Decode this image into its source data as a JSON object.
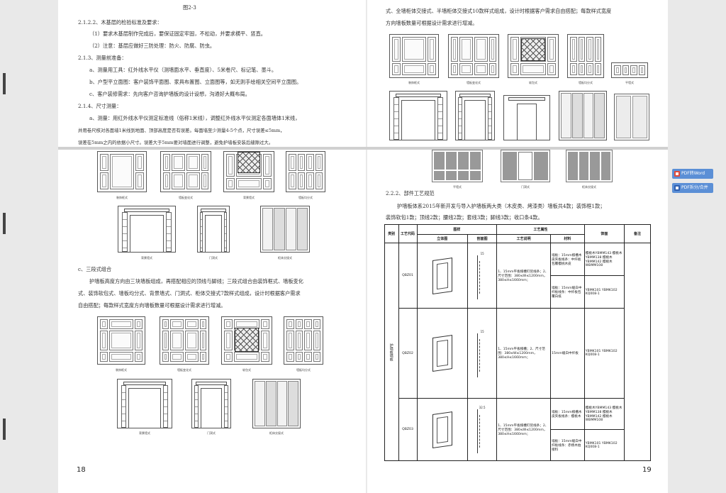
{
  "left_page": {
    "fig_label": "图2-3",
    "lines": [
      "2.1.2.2、木基层的检验标准及要求：",
      "（1）要求木基层制作完成后，要保证固定牢固，不松动，并要求横平、竖直。",
      "（2）注意：基层应做好三防处理：防火、防腐、防虫。",
      "2.1.3、测量前准备：",
      "a、测量用工具：红外线水平仪（测墙面水平、垂直度）、5米卷尺、标记笔、墨斗。",
      "b、户型平立面图：客户装饰平面图、家具布置图、立面图等，如无则手绘相关空间平立面图。",
      "c、客户装修需求：先向客户咨询护墙板的设计设想，沟通好大概布局。",
      "2.1.4、尺寸测量：",
      "a、测量：用红外线水平仪测定标准线（俗称1米线），调整红外线水平仪测定各面墙体1米线，",
      "并用卷尺核对各面墙1米线到地面、顶部高度是否有误差。每面墙至少测量4-5个点，尺寸误差≤5mm，",
      "误差在5mm之内的依据小尺寸。误差大于5mm要对墙面进行调整，避免护墙板安装后缝隙过大。"
    ],
    "captions_row1": [
      "装饰框式",
      "墙板变化式",
      "背景墙式",
      "墙板均分式"
    ],
    "captions_row2": [
      "背景墙式",
      "门洞式",
      "柜体交接式"
    ],
    "section_c_title": "c、三段式组合",
    "section_c_lines": [
      "护墙板高度方向由三块墙板组成，再搭配相应的顶线与脚线；三段式组合由装饰框式、墙板变化",
      "式、装饰软包式、墙板均分式、背景墙式、门洞式、柜体交接式7款样式组成，设计时根据客户需求",
      "自由搭配；每款样式宽度方向墙板数量可根据设计需求进行增减。"
    ],
    "captions_row3": [
      "装饰框式",
      "墙板变化式",
      "软包式",
      "墙板均分式"
    ],
    "captions_row4": [
      "背景墙式",
      "门洞式",
      "柜体交接式"
    ],
    "page_number": "18"
  },
  "right_page": {
    "intro_lines": [
      "式、全墙柜体交接式、半墙柜体交接式10款样式组成，设计时根据客户需求自由搭配；每款样式宽度",
      "方向墙板数量可根据设计需求进行增减。"
    ],
    "captions_row1": [
      "装饰框式",
      "墙板变化式",
      "软包式",
      "墙板均分式",
      "平墙式"
    ],
    "captions_row3": [
      "平墙式",
      "门洞式",
      "柜体交接式"
    ],
    "section_title": "2.2.2、部件工艺规范",
    "section_lines": [
      "护墙板体系2015年新开发与导入护墙板两大类（木皮类、烤漆类）墙板共4款；装饰框1款；",
      "装饰软包1款；顶线2款；腰线2款；套线3款；脚线3款；收口条4款。"
    ],
    "table": {
      "headers": {
        "category": "类别",
        "code": "工艺代码",
        "drawing": "图样",
        "three_d": "立体图",
        "section": "剖面图",
        "attr": "工艺属性",
        "desc": "工艺说明",
        "material": "材料",
        "finish": "饰面",
        "remark": "备注"
      },
      "category_label": "护墙板墙板",
      "rows": [
        {
          "code": "QBZ01",
          "dim": "15",
          "desc": "1、15mm平板楞槽钉装线条；2、尺寸范围：380≤W≤1200mm，380≤H≤1660mm；",
          "material_a": "墙板：15mm楞槽木皮夹板线条：中纤板包覆樱桃木皮",
          "finish_a": "樱桃木YBMM143 樱桃木YBMM138 樱桃木YBMM142 樱桃木WBMM108",
          "material_b": "墙板：15mm缓白中纤板线条：中纤板包覆白纸",
          "finish_b": "YBMK101 YBMK102 KQ008-1"
        },
        {
          "code": "QBZ02",
          "dim": "15",
          "desc": "1、15mm平板楞槽；2、尺寸范围：380≤W≤1200mm，380≤H≤1660mm；",
          "material_a": "15mm缓白中纤板",
          "finish_a": "YBMK101 YBMK102 KQ008-1"
        },
        {
          "code": "QBZ03",
          "dim": "32.5",
          "desc": "1、15mm平板楞槽钉装线条；2、尺寸范围：380≤W≤1200mm，380≤H≤1660mm；",
          "material_a": "墙板：15mm楞槽木皮夹板线条：樱桃木",
          "finish_a": "樱桃木YBMM143 樱桃木YBMM138 樱桃木YBMM142 樱桃木WBMM108",
          "material_b": "墙板：15mm缓白中纤板线条：赤杨木拍接料",
          "finish_b": "YBMK101 YBMK102 KQ008-1"
        }
      ]
    },
    "page_number": "19"
  },
  "sidebar_buttons": {
    "pdf_to_word": "PDF转Word",
    "pdf_split_merge": "PDF拆分/合并"
  }
}
